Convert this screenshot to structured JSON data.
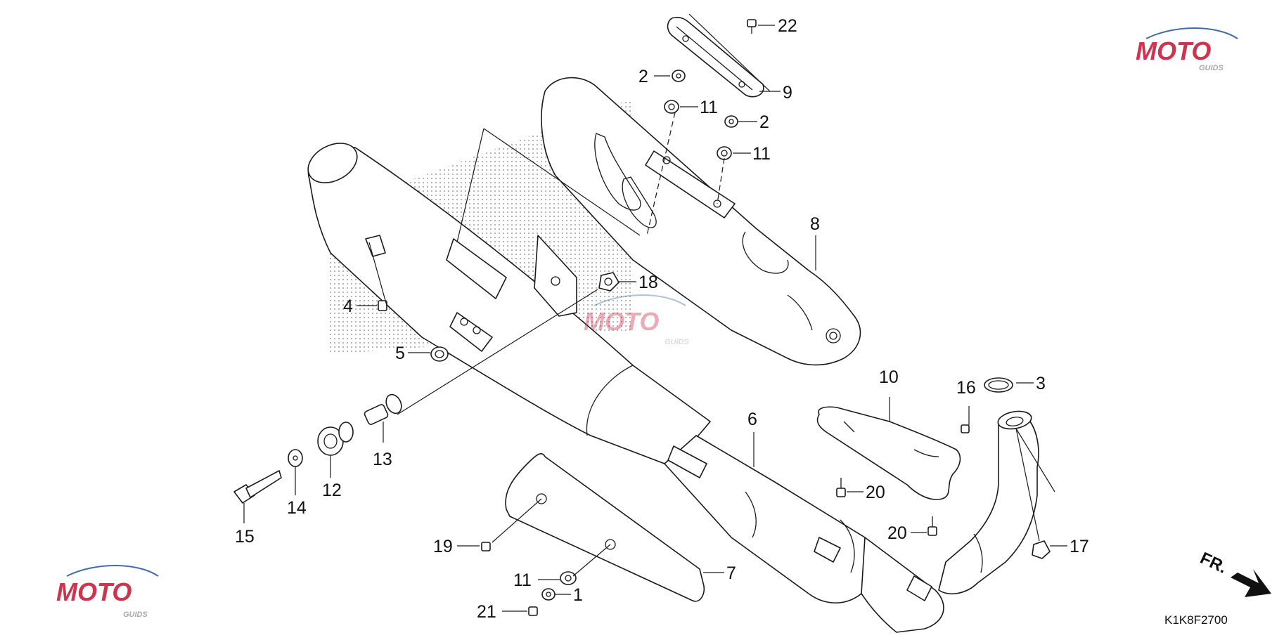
{
  "diagram_code": "K1K8F2700",
  "front_indicator": "FR.",
  "watermark": {
    "brand": "MOTO",
    "sub": "GUIDS",
    "color": "#c8102e",
    "swoosh_color": "#1f4fa0"
  },
  "callouts": [
    {
      "id": "c1",
      "label": "1"
    },
    {
      "id": "c2a",
      "label": "2"
    },
    {
      "id": "c2b",
      "label": "2"
    },
    {
      "id": "c3",
      "label": "3"
    },
    {
      "id": "c4",
      "label": "4"
    },
    {
      "id": "c5",
      "label": "5"
    },
    {
      "id": "c6",
      "label": "6"
    },
    {
      "id": "c7",
      "label": "7"
    },
    {
      "id": "c8",
      "label": "8"
    },
    {
      "id": "c9",
      "label": "9"
    },
    {
      "id": "c10",
      "label": "10"
    },
    {
      "id": "c11a",
      "label": "11"
    },
    {
      "id": "c11b",
      "label": "11"
    },
    {
      "id": "c11c",
      "label": "11"
    },
    {
      "id": "c12",
      "label": "12"
    },
    {
      "id": "c13",
      "label": "13"
    },
    {
      "id": "c14",
      "label": "14"
    },
    {
      "id": "c15",
      "label": "15"
    },
    {
      "id": "c16",
      "label": "16"
    },
    {
      "id": "c17",
      "label": "17"
    },
    {
      "id": "c18",
      "label": "18"
    },
    {
      "id": "c19",
      "label": "19"
    },
    {
      "id": "c20a",
      "label": "20"
    },
    {
      "id": "c20b",
      "label": "20"
    },
    {
      "id": "c21",
      "label": "21"
    },
    {
      "id": "c22",
      "label": "22"
    }
  ]
}
